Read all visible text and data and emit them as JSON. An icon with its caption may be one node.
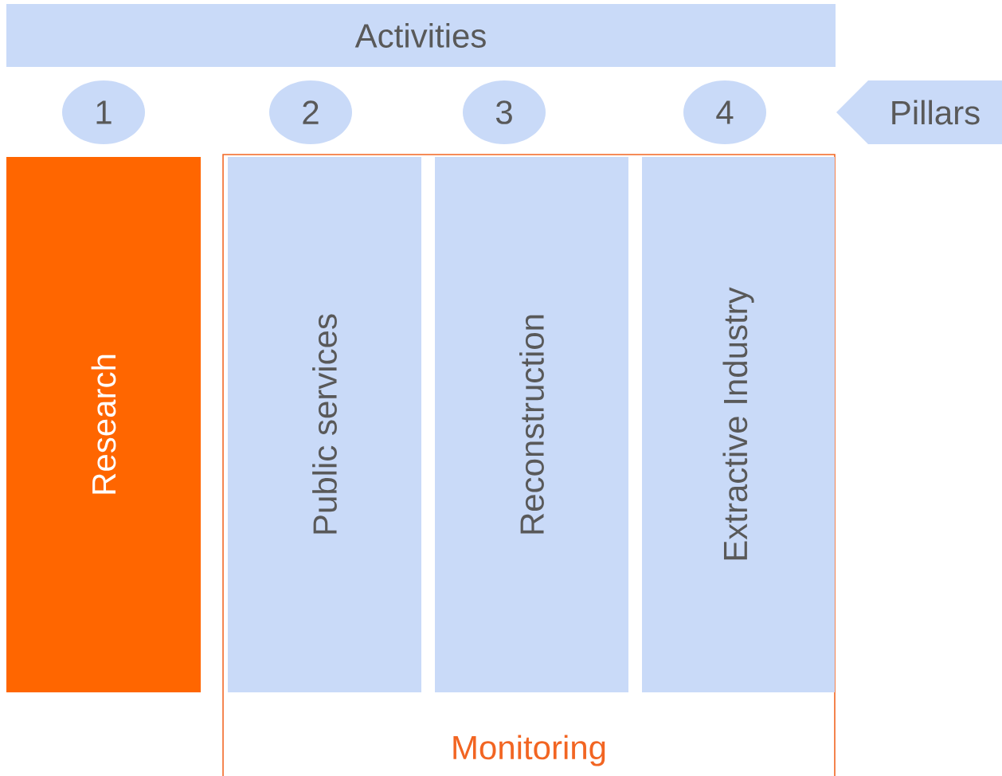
{
  "diagram": {
    "nodes": [
      {
        "text": [
          "Activities"
        ]
      },
      {
        "text": [
          "1"
        ]
      },
      {
        "text": [
          "2"
        ]
      },
      {
        "text": [
          "3"
        ]
      },
      {
        "text": [
          "4"
        ]
      },
      {
        "text": [
          "Pillars"
        ]
      },
      {
        "text": [
          "Research"
        ]
      },
      {
        "text": [
          "Monitoring"
        ]
      },
      {
        "text": [
          "Public services"
        ],
        "in": 7
      },
      {
        "text": [
          "Reconstruction"
        ],
        "in": 7
      },
      {
        "text": [
          "Extractive Industry"
        ],
        "in": 7
      }
    ]
  }
}
